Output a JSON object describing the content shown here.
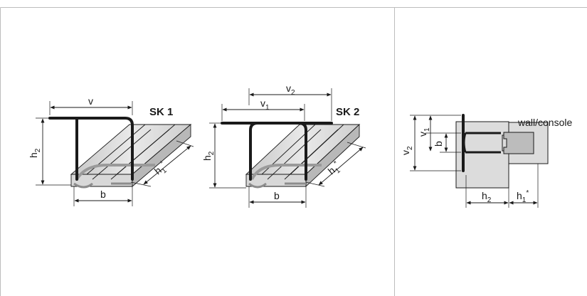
{
  "sk1": {
    "tag": "SK 1",
    "dims": {
      "v": "v",
      "h2": "h",
      "h2_sub": "2",
      "h1": "h",
      "h1_sub": "1",
      "h1_star": "*",
      "b": "b"
    }
  },
  "sk2": {
    "tag": "SK 2",
    "dims": {
      "v2": "v",
      "v2_sub": "2",
      "v1": "v",
      "v1_sub": "1",
      "h2": "h",
      "h2_sub": "2",
      "h1": "h",
      "h1_sub": "1",
      "h1_star": "*",
      "b": "b"
    }
  },
  "section": {
    "wall_label": "wall/console",
    "dims": {
      "v2": "v",
      "v2_sub": "2",
      "v1": "v",
      "v1_sub": "1",
      "b": "b",
      "h2": "h",
      "h2_sub": "2",
      "h1": "h",
      "h1_sub": "1",
      "h1_star": "*"
    }
  },
  "colors": {
    "rail_light": "#e6e6e6",
    "rail_mid": "#cfcfcf",
    "rail_dark": "#a8a8a8",
    "wall": "#dcdcdc",
    "bar": "#1a1a1a",
    "frame": "#bdbdbd"
  }
}
